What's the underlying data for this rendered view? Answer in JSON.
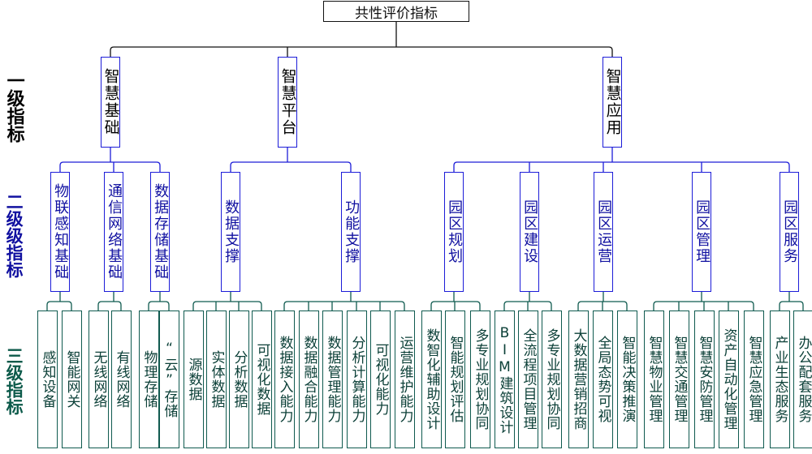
{
  "root": "共性评价指标",
  "levels": [
    "一级指标",
    "二级级指标",
    "三级指标"
  ],
  "colors": {
    "level1_box": "#1c1cd8",
    "level1_label": "#000000",
    "level2": "#1010a0",
    "level3": "#0f5a4f",
    "level3_label": "#0c5a4a"
  },
  "tree": [
    {
      "name": "智慧基础",
      "children": [
        {
          "name": "物联感知基础",
          "children": [
            "感知设备",
            "智能网关"
          ]
        },
        {
          "name": "通信网络基础",
          "children": [
            "无线网络",
            "有线网络"
          ]
        },
        {
          "name": "数据存储基础",
          "children": [
            "物理存储",
            "“云”存储"
          ]
        }
      ]
    },
    {
      "name": "智慧平台",
      "children": [
        {
          "name": "数据支撑",
          "children": [
            "源数据",
            "实体数据",
            "分析数据",
            "可视化数据"
          ]
        },
        {
          "name": "功能支撑",
          "children": [
            "数据接入能力",
            "数据融合能力",
            "数据管理能力",
            "分析计算能力",
            "可视化能力",
            "运营维护能力"
          ]
        }
      ]
    },
    {
      "name": "智慧应用",
      "children": [
        {
          "name": "园区规划",
          "children": [
            "数智化辅助设计",
            "智能规划评估",
            "多专业规划协同"
          ]
        },
        {
          "name": "园区建设",
          "children": [
            "BIM建筑设计",
            "全流程项目管理",
            "多专业规划协同"
          ]
        },
        {
          "name": "园区运营",
          "children": [
            "大数据营销招商",
            "全局态势可视",
            "智能决策推演"
          ]
        },
        {
          "name": "园区管理",
          "children": [
            "智慧物业管理",
            "智慧交通管理",
            "智慧安防管理",
            "资产自动化管理",
            "智慧应急管理"
          ]
        },
        {
          "name": "园区服务",
          "children": [
            "产业生态服务",
            "办公配套服务"
          ]
        }
      ]
    }
  ]
}
